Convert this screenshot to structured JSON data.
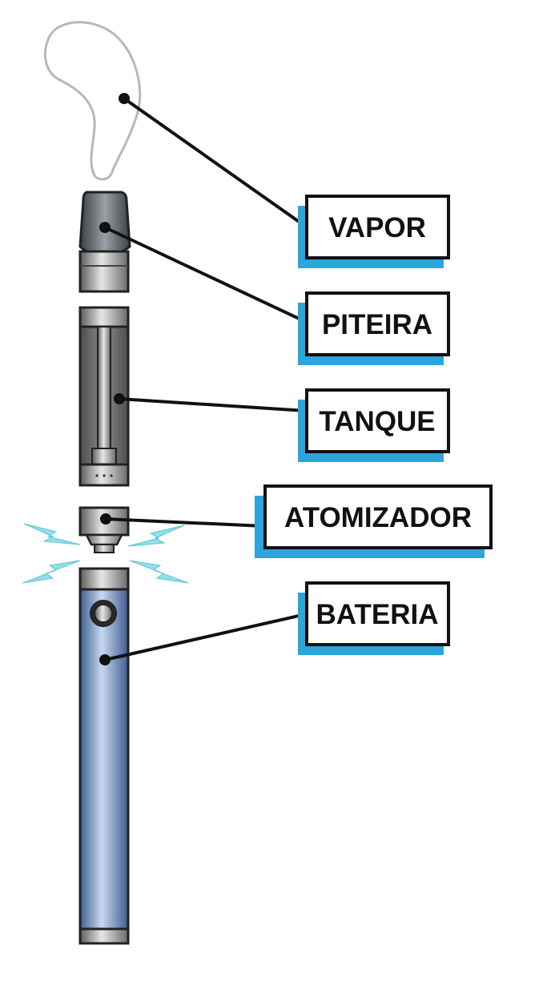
{
  "labels": {
    "vapor": "VAPOR",
    "mouthpiece": "PITEIRA",
    "tank": "TANQUE",
    "atomizer": "ATOMIZADOR",
    "battery": "BATERIA"
  },
  "colors": {
    "label_shadow": "#2aa6dd",
    "label_border": "#111111",
    "leader_line": "#111111",
    "battery_body": "#7e9ccc",
    "battery_highlight": "#c8d8f0",
    "metal": "#a5a5a5",
    "mouthpiece": "#6e7378",
    "tank_body": "#6a6a6a",
    "spark": "#8fe0ea",
    "vapor_outline": "#b8b8b8"
  }
}
